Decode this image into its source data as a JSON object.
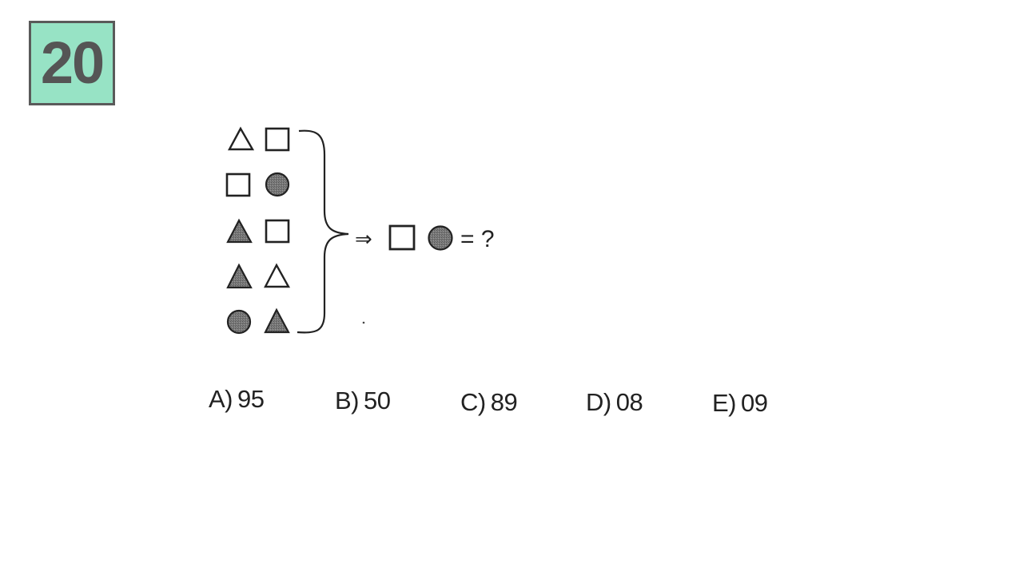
{
  "question_number": "20",
  "colors": {
    "badge_background": "#97e3c5",
    "shape_fill": "#7a7a7a",
    "stroke": "#222222"
  },
  "figure": {
    "rows": [
      [
        "triangle-outline",
        "square-outline"
      ],
      [
        "square-outline",
        "circle-filled"
      ],
      [
        "triangle-filled",
        "square-outline"
      ],
      [
        "triangle-filled",
        "triangle-outline"
      ],
      [
        "circle-filled",
        "triangle-filled"
      ]
    ],
    "arrow": "⇒",
    "query_shapes": [
      "square-outline",
      "circle-filled"
    ],
    "equals_text": "= ?"
  },
  "options": [
    {
      "letter": "A)",
      "value": "95"
    },
    {
      "letter": "B)",
      "value": "50"
    },
    {
      "letter": "C)",
      "value": "89"
    },
    {
      "letter": "D)",
      "value": "08"
    },
    {
      "letter": "E)",
      "value": "09"
    }
  ]
}
